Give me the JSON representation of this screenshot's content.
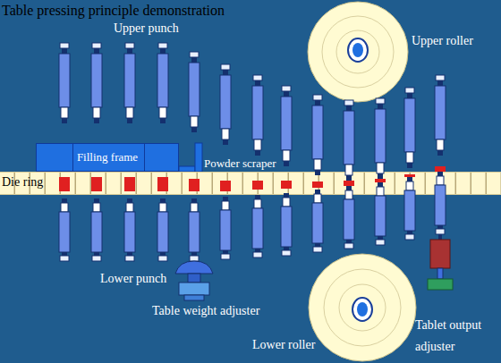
{
  "diagram": {
    "title": "Table pressing principle demonstration",
    "nodes": [
      {
        "text": [
          "Filling frame"
        ]
      }
    ],
    "labels": [
      "Upper punch",
      "Upper roller",
      "Powder scraper",
      "Die ring",
      "Lower punch",
      "Table weight adjuster",
      "Lower roller",
      "Tablet output adjuster"
    ]
  }
}
